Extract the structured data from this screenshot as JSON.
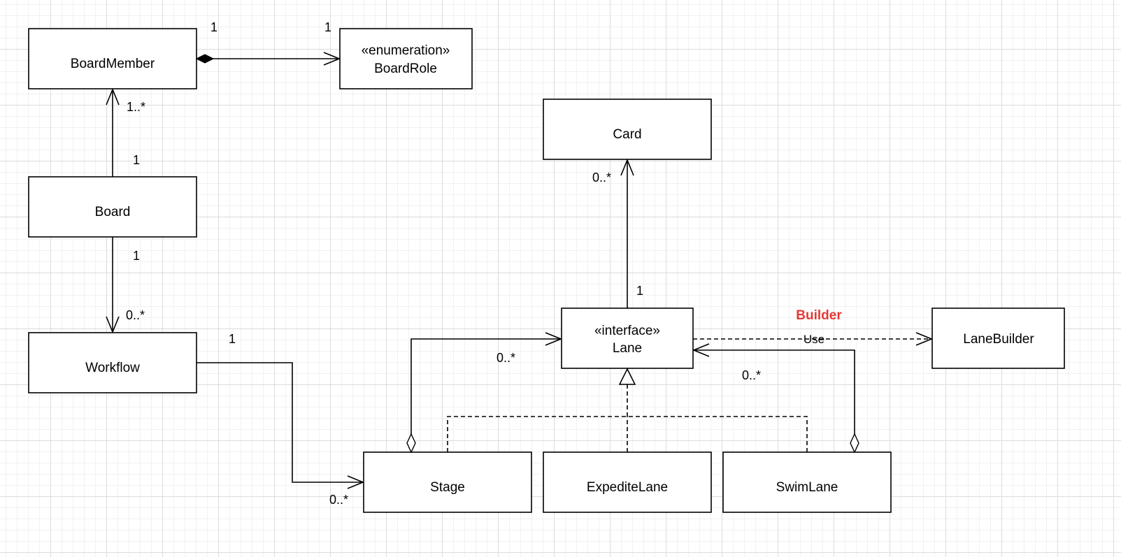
{
  "classes": {
    "board_member": "BoardMember",
    "board_role": {
      "stereotype": "«enumeration»",
      "name": "BoardRole"
    },
    "board": "Board",
    "workflow": "Workflow",
    "card": "Card",
    "lane": {
      "stereotype": "«interface»",
      "name": "Lane"
    },
    "lane_builder": "LaneBuilder",
    "stage": "Stage",
    "expedite_lane": "ExpediteLane",
    "swim_lane": "SwimLane"
  },
  "multiplicities": {
    "boardmember_role_src": "1",
    "boardmember_role_dst": "1",
    "board_boardmember_dst": "1..*",
    "board_boardmember_src": "1",
    "board_workflow_src": "1",
    "board_workflow_dst": "0..*",
    "workflow_stage_src": "1",
    "workflow_stage_dst": "0..*",
    "lane_card_dst": "0..*",
    "lane_card_src": "1",
    "stage_lane_dst": "0..*",
    "swimlane_lane_dst": "0..*"
  },
  "labels": {
    "use": "Use",
    "builder_note": "Builder",
    "builder_note_color": "#e53935"
  }
}
